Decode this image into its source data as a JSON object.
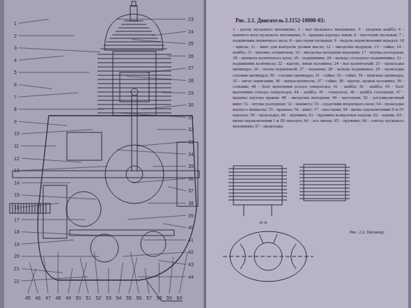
{
  "diagram": {
    "caption": "Рис. 2.1. Двигатель 2.1152-10000-03:",
    "labels": [
      "1 - рычаг пускового механизма; 2 - вал пускового механизма; 3 - упорная шайба; 4 - манжета вала пускового механизма; 5 - крышка картера левая; 6 - шестерня пусковая; 7 - подшипник первичного вала; 8 - шестерня пусковая; 9 - педаль переключения передач; 10 - щиток; 11 - винт для контроля уровня масла; 12 - звездочка ведущая; 13 - гайка; 14 - шайба; 15 - шпонка сегментная; 16 - звездочка моторная передняя; 17 - втулка распорная; 18 - манжета коленчатого вала; 19 - подшипник; 20 - кольцо стопорное подшипника; 21 - подшипник коленвала; 22 - картер, левая половина; 24 - вал коленчатый; 25 - прокладка цилиндра; 26 - палец поршневой; 27 - поршень; 28 - кольцо поршневое; 29 - прокладка головки цилиндра; 30 - головка цилиндра; 31 - гайка; 33 - гайка; 34 - шпилька цилиндра; 35 - свеча зажигания; 36 - шумоглушитель; 37 - гайка; 38 - картер, правая половина; 39 - сальник; 40 - болт крепления ротора генератора; 41 - шайба; 42 - шайба; 43 - болт крепления статора генератора; 44 - шайба; 45 - генератор; 46 - шайба стопорная; 47 - крышка картера правая; 48 - звездочка моторная; 49 - шестерня; 50 - регулировочный винт; 51 - втулка распорная; 52 - манжета; 53 - сердечник вторичного вала; 54 - прокладка корпуса манжеты; 55 - крышка; 56 - винт; 57 - шестерня; 58 - вилка переключения II и IV передач; 59 - прокладка; 60 - пружина; 61 - пружина возвратная педали; 62 - шарик; 63 - вилка переключения I и III передач; 64 - ось вилок; 65 - пружина; 66 - сектор пускового механизма; 67 - прокладка",
      "Рис. 2.2. Цилиндр",
      "А-А",
      "1",
      "2",
      "3",
      "4",
      "5",
      "6",
      "7",
      "8",
      "9",
      "10",
      "11",
      "12",
      "13",
      "14",
      "15",
      "16",
      "17",
      "18",
      "19",
      "20",
      "21",
      "22",
      "23",
      "24",
      "25",
      "26",
      "27",
      "28",
      "29",
      "30",
      "31",
      "32",
      "33",
      "34",
      "35",
      "36",
      "37",
      "38",
      "39",
      "40",
      "41",
      "42",
      "43",
      "44",
      "45",
      "46",
      "47",
      "48",
      "49",
      "50",
      "51",
      "52",
      "53",
      "54",
      "55",
      "56",
      "57",
      "58",
      "59",
      "60"
    ]
  }
}
